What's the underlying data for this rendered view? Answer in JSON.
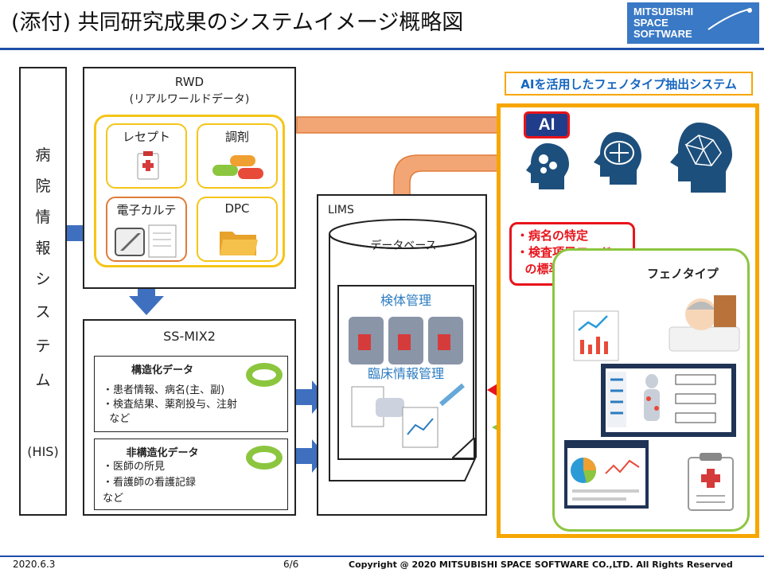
{
  "header": {
    "title": "(添付) 共同研究成果のシステムイメージ概略図",
    "logo_lines": [
      "MITSUBISHI",
      "SPACE",
      "SOFTWARE"
    ]
  },
  "his": {
    "chars": [
      "病",
      "院",
      "情",
      "報",
      "シ",
      "ス",
      "テ",
      "ム"
    ],
    "abbr": "(HIS)"
  },
  "rwd": {
    "title": "RWD",
    "subtitle": "(リアルワールドデータ)",
    "cards": [
      "レセプト",
      "調剤",
      "電子カルテ",
      "DPC"
    ]
  },
  "ssmix": {
    "title": "SS-MIX2",
    "structured": {
      "heading": "構造化データ",
      "items": [
        "・患者情報、病名(主、副)",
        "・検査結果、薬剤投与、注射",
        "  など"
      ]
    },
    "unstructured": {
      "heading": "非構造化データ",
      "items": [
        "・医師の所見",
        "・看護師の看護記録",
        "など"
      ]
    }
  },
  "lims": {
    "title": "LIMS",
    "db_label": "データベース",
    "specimen": "検体管理",
    "clinical": "臨床情報管理"
  },
  "ai_system": {
    "title": "AIを活用したフェノタイプ抽出システム",
    "ai_badge": "AI",
    "tasks": [
      "・病名の特定",
      "・検査項目コード",
      "  の標準化"
    ],
    "phenotype": "フェノタイプ"
  },
  "footer": {
    "date": "2020.6.3",
    "page": "6/6",
    "copyright": "Copyright @ 2020 MITSUBISHI SPACE SOFTWARE CO.,LTD. All Rights Reserved"
  },
  "colors": {
    "accent_blue": "#1f4fa8",
    "arrow_blue": "#3f6fbf",
    "arrow_orange": "#f0a070",
    "frame_orange": "#f7a600",
    "panel_yellow": "#f5c518",
    "alert_red": "#e8141c",
    "green": "#8cc63f",
    "head_navy": "#1d4f7c"
  }
}
